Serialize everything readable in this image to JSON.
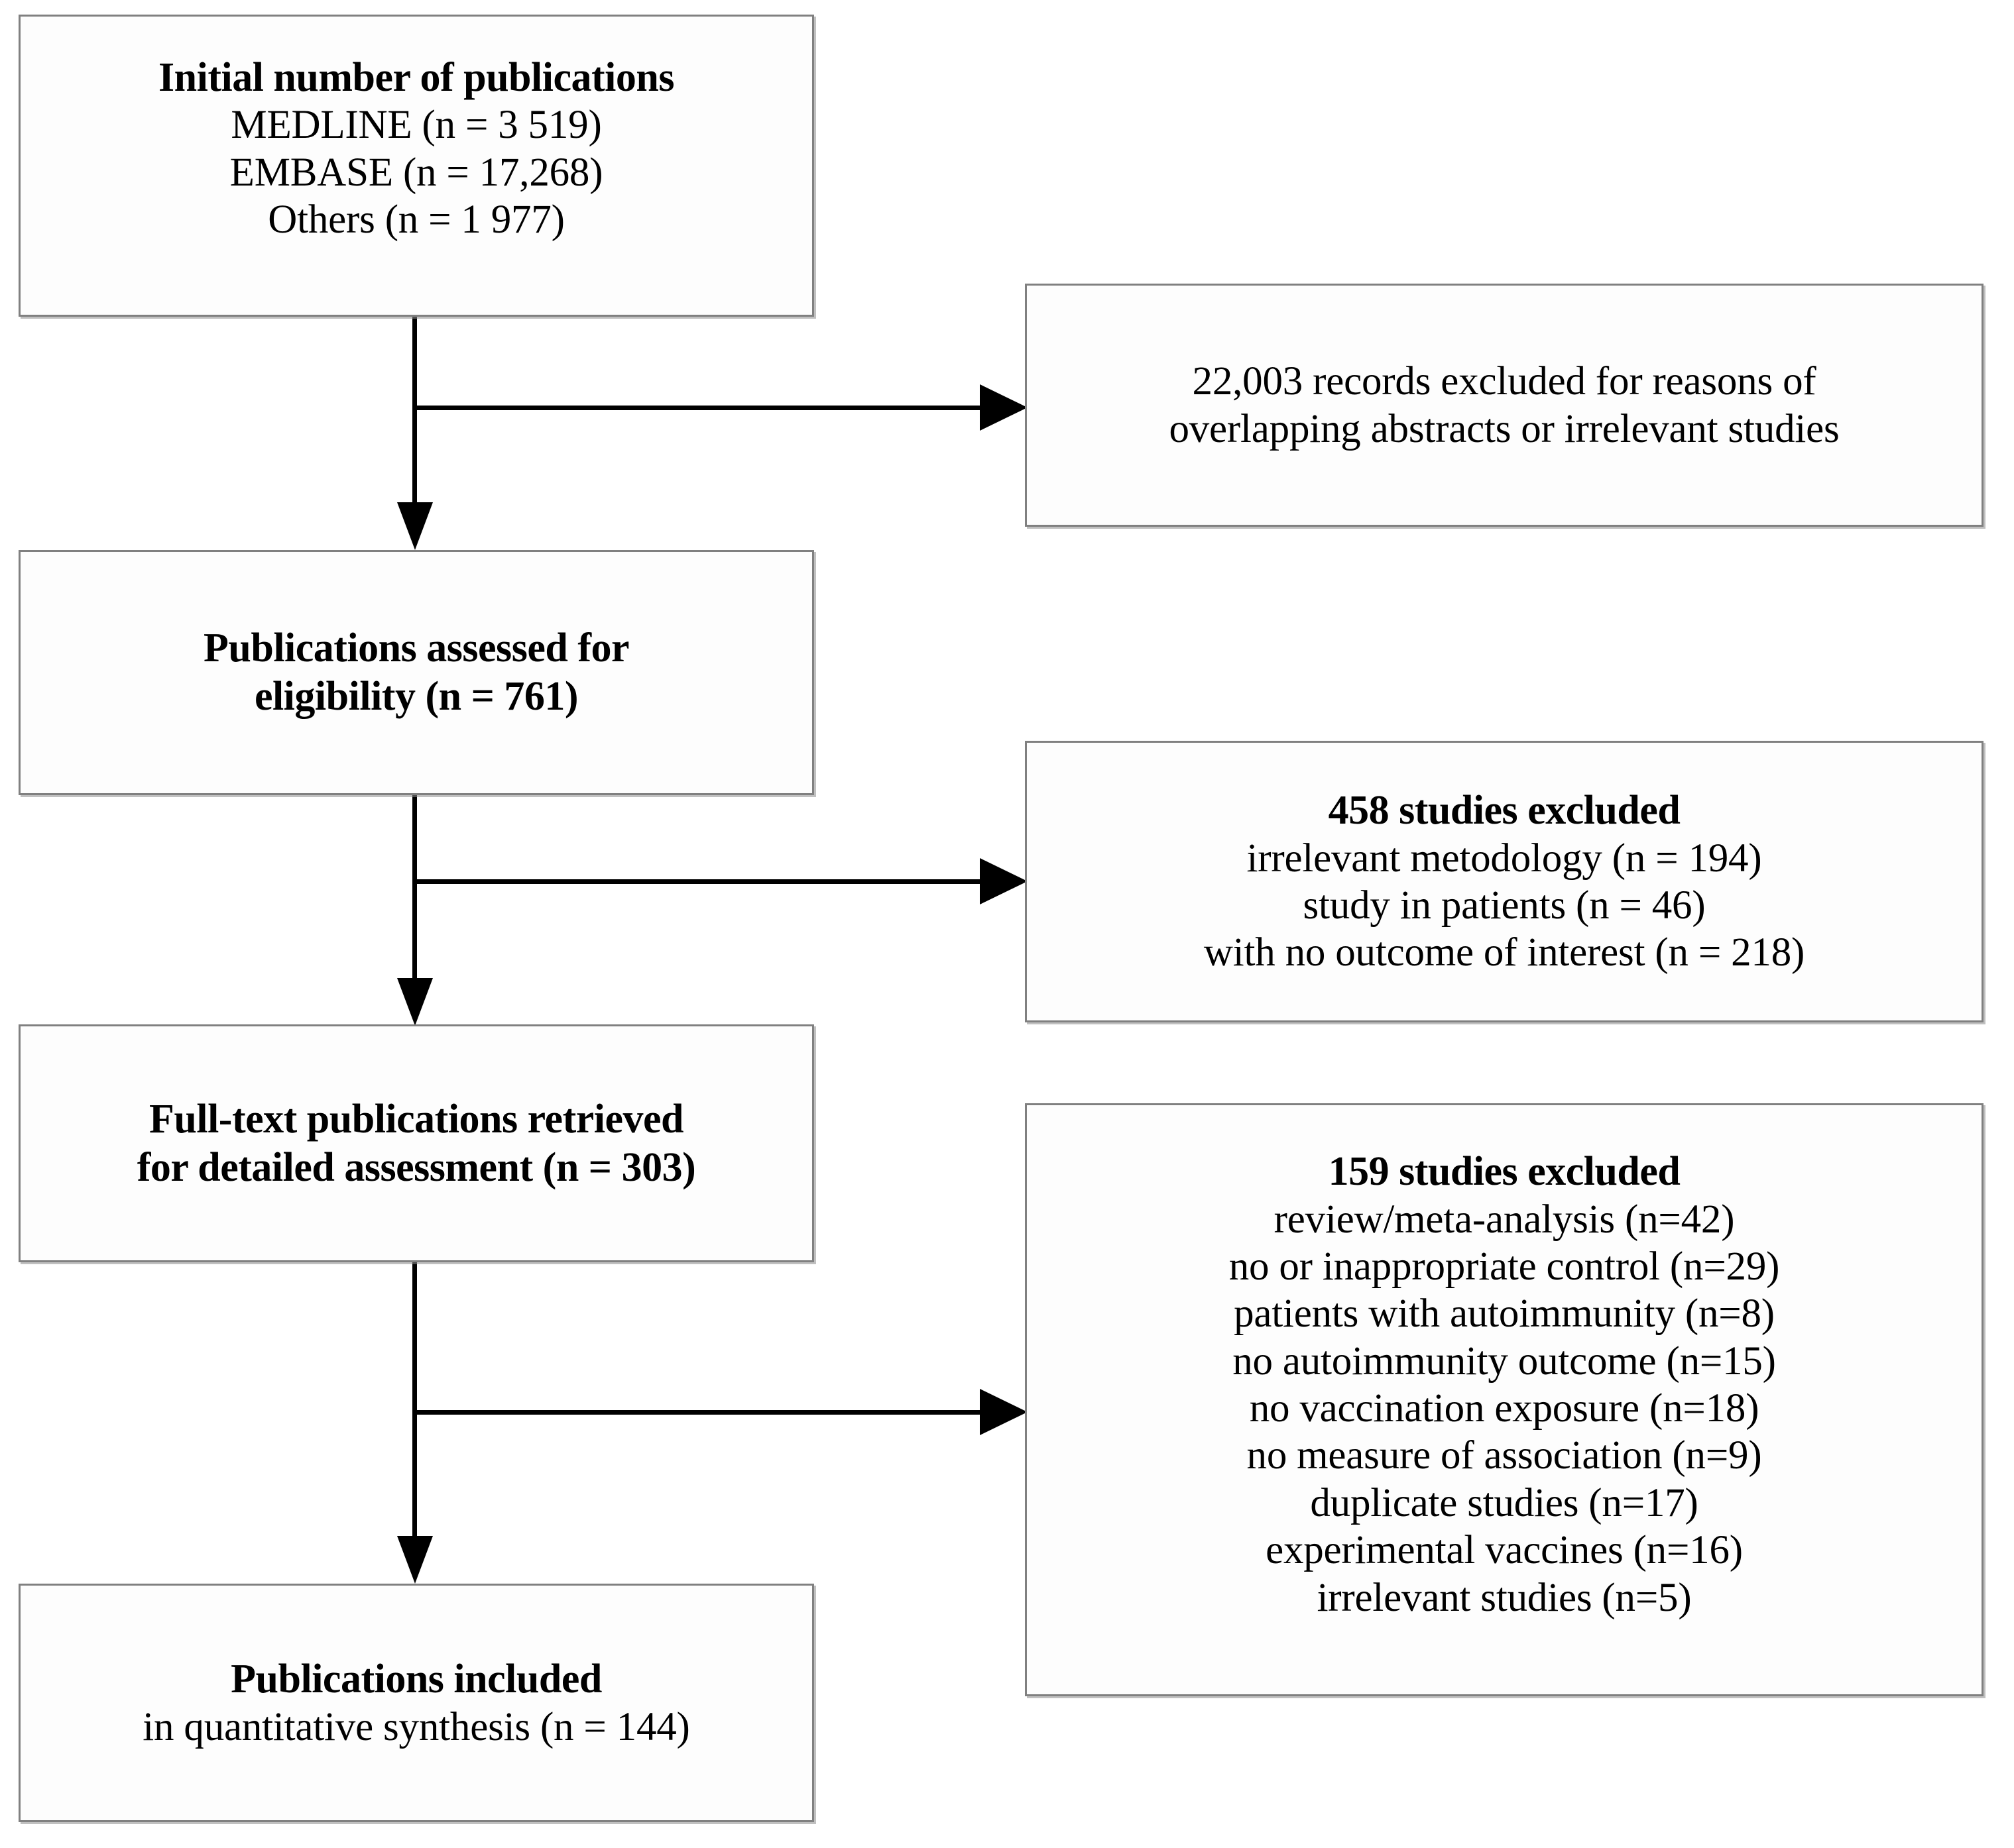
{
  "diagram": {
    "title": "PRISMA study selection flow diagram",
    "boxes": {
      "initial": {
        "heading": "Initial number of publications",
        "lines": [
          "MEDLINE (n = 3 519)",
          "EMBASE (n = 17,268)",
          "Others (n = 1 977)"
        ]
      },
      "excluded_records": {
        "lines": [
          "22,003 records excluded for reasons of",
          "overlapping abstracts or irrelevant studies"
        ]
      },
      "assessed": {
        "heading_lines": [
          "Publications assessed for",
          "eligibility (n = 761)"
        ]
      },
      "excluded_458": {
        "heading": "458 studies excluded",
        "lines": [
          "irrelevant metodology (n = 194)",
          "study in patients (n = 46)",
          "with no outcome of interest (n = 218)"
        ]
      },
      "fulltext": {
        "heading_lines": [
          "Full-text publications retrieved",
          "for detailed assessment (n = 303)"
        ]
      },
      "excluded_159": {
        "heading": "159 studies excluded",
        "lines": [
          "review/meta-analysis (n=42)",
          "no or inappropriate control (n=29)",
          "patients with autoimmunity (n=8)",
          "no autoimmunity outcome (n=15)",
          "no vaccination exposure (n=18)",
          "no measure of association (n=9)",
          "duplicate studies (n=17)",
          "experimental vaccines (n=16)",
          "irrelevant studies (n=5)"
        ]
      },
      "included": {
        "heading": "Publications included",
        "lines": [
          "in quantitative synthesis (n = 144)"
        ]
      }
    },
    "colors": {
      "box_border": "#808080",
      "connector": "#000000",
      "text": "#000000",
      "background": "#ffffff"
    }
  }
}
